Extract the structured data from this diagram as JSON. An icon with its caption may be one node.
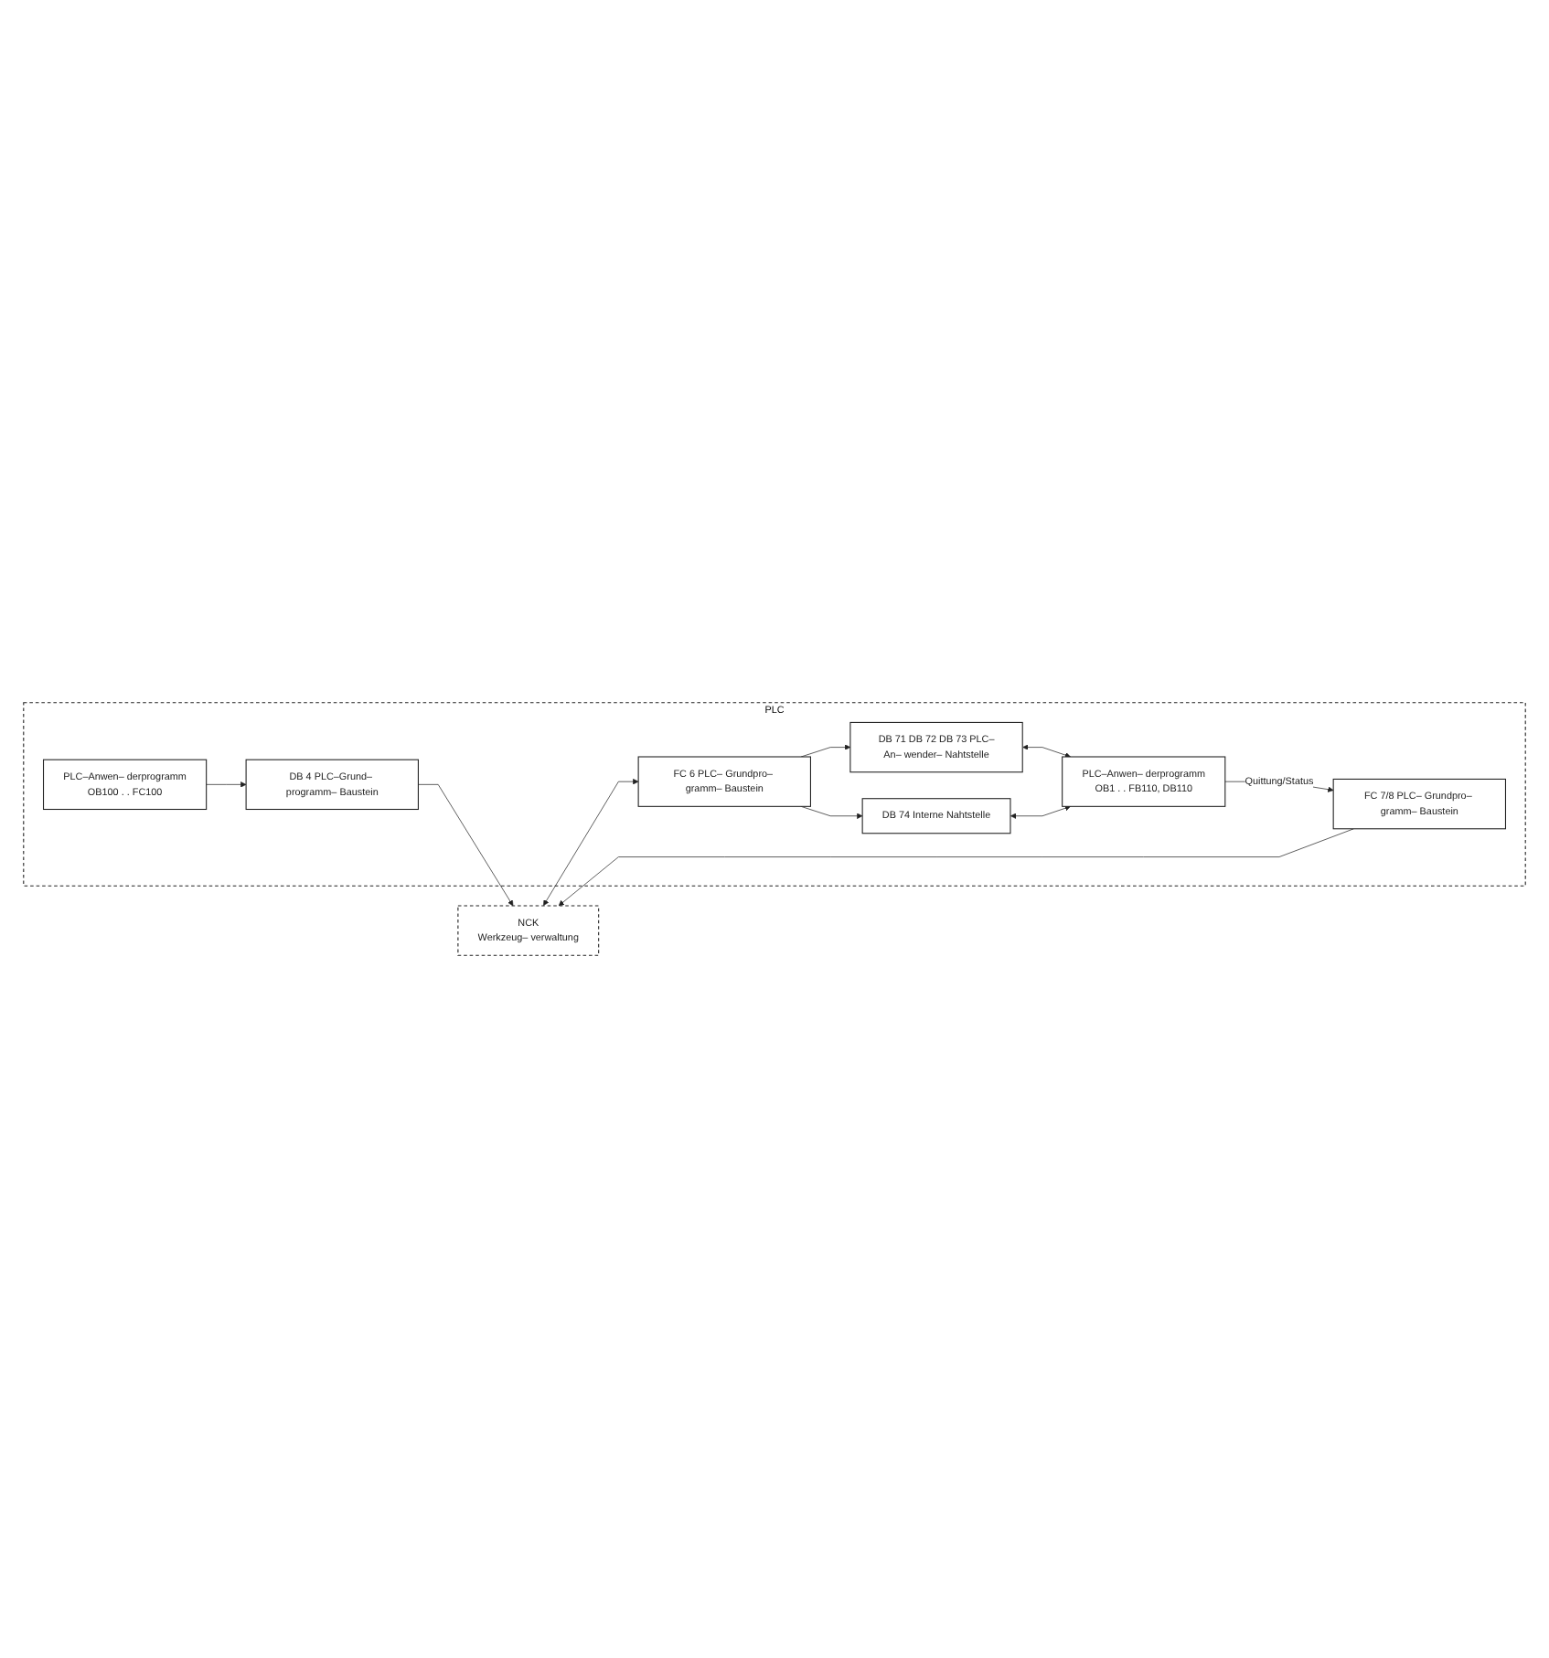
{
  "diagram": {
    "nodes": [
      {
        "text": [
          "NCK",
          "Werkzeug– verwaltung"
        ]
      },
      {
        "text": [
          "PLC"
        ]
      },
      {
        "text": [
          "DB 4 PLC–Grund– programm– Baustein"
        ],
        "in": 1
      },
      {
        "text": [
          "PLC–Anwen– derprogramm",
          "OB100 . . FC100"
        ],
        "in": 1
      },
      {
        "text": [
          "FC 6 PLC– Grundpro– gramm– Baustein"
        ],
        "in": 1
      },
      {
        "text": [
          "DB 71 DB 72 DB 73 PLC–An– wender– Nahtstelle"
        ],
        "in": 1
      },
      {
        "text": [
          "DB 74 Interne Nahtstelle"
        ],
        "in": 1
      },
      {
        "text": [
          "PLC–Anwen– derprogramm",
          "OB1 . . FB110, DB110"
        ],
        "in": 1
      },
      {
        "text": [
          "FC 7/8 PLC– Grundpro– gramm– Baustein"
        ],
        "in": 1
      }
    ],
    "edges": [
      {
        "from": 3,
        "to": 2,
        "arrow": "to"
      },
      {
        "from": 2,
        "to": 0,
        "arrow": "to"
      },
      {
        "from": 0,
        "to": 4,
        "arrow": "both"
      },
      {
        "from": 4,
        "to": 5,
        "arrow": "to"
      },
      {
        "from": 4,
        "to": 6,
        "arrow": "to"
      },
      {
        "from": 5,
        "to": 7,
        "arrow": "both"
      },
      {
        "from": 6,
        "to": 7,
        "arrow": "both"
      },
      {
        "from": 7,
        "to": 8,
        "arrow": "to",
        "label": "Quittung/Status"
      },
      {
        "from": 8,
        "to": 0,
        "arrow": "to"
      }
    ]
  }
}
